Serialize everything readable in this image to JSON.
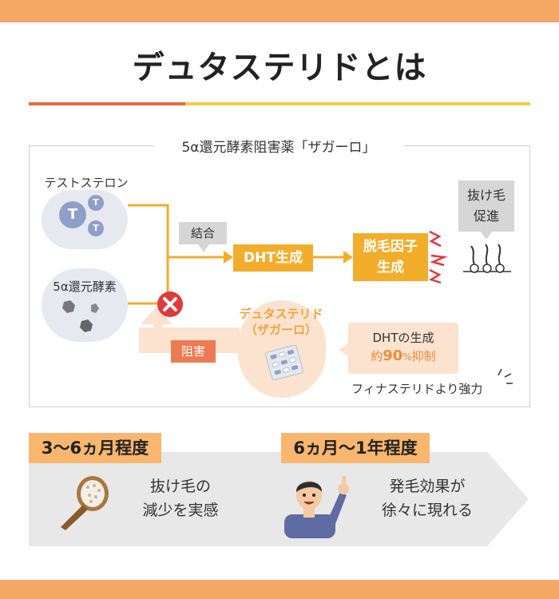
{
  "title": "デュタステリドとは",
  "diagram": {
    "frame_label": "5α還元酵素阻害薬「ザガーロ」",
    "testosterone": {
      "label": "テストステロン",
      "mark": "T"
    },
    "enzyme": {
      "label": "5α還元酵素"
    },
    "bind_label": "結合",
    "dht_label": "DHT生成",
    "factor_label_1": "脱毛因子",
    "factor_label_2": "生成",
    "hairloss_label_1": "抜け毛",
    "hairloss_label_2": "促進",
    "drug_name": "デュタステリド",
    "drug_alias": "（ザガーロ）",
    "inhibit_label": "阻害",
    "effect_line1": "DHTの生成",
    "effect_line2_prefix": "約",
    "effect_line2_num": "90",
    "effect_line2_pct": "%",
    "effect_line2_suffix": "抑制",
    "comparison": "フィナステリドより強力"
  },
  "timeline": [
    {
      "period": "3〜6ヵ月程度",
      "text_line1": "抜け毛の",
      "text_line2": "減少を実感"
    },
    {
      "period": "6ヵ月〜1年程度",
      "text_line1": "発毛効果が",
      "text_line2": "徐々に現れる"
    }
  ],
  "colors": {
    "accent_orange": "#f2ad2b",
    "band": "#f5a764",
    "red": "#e03a3a"
  }
}
